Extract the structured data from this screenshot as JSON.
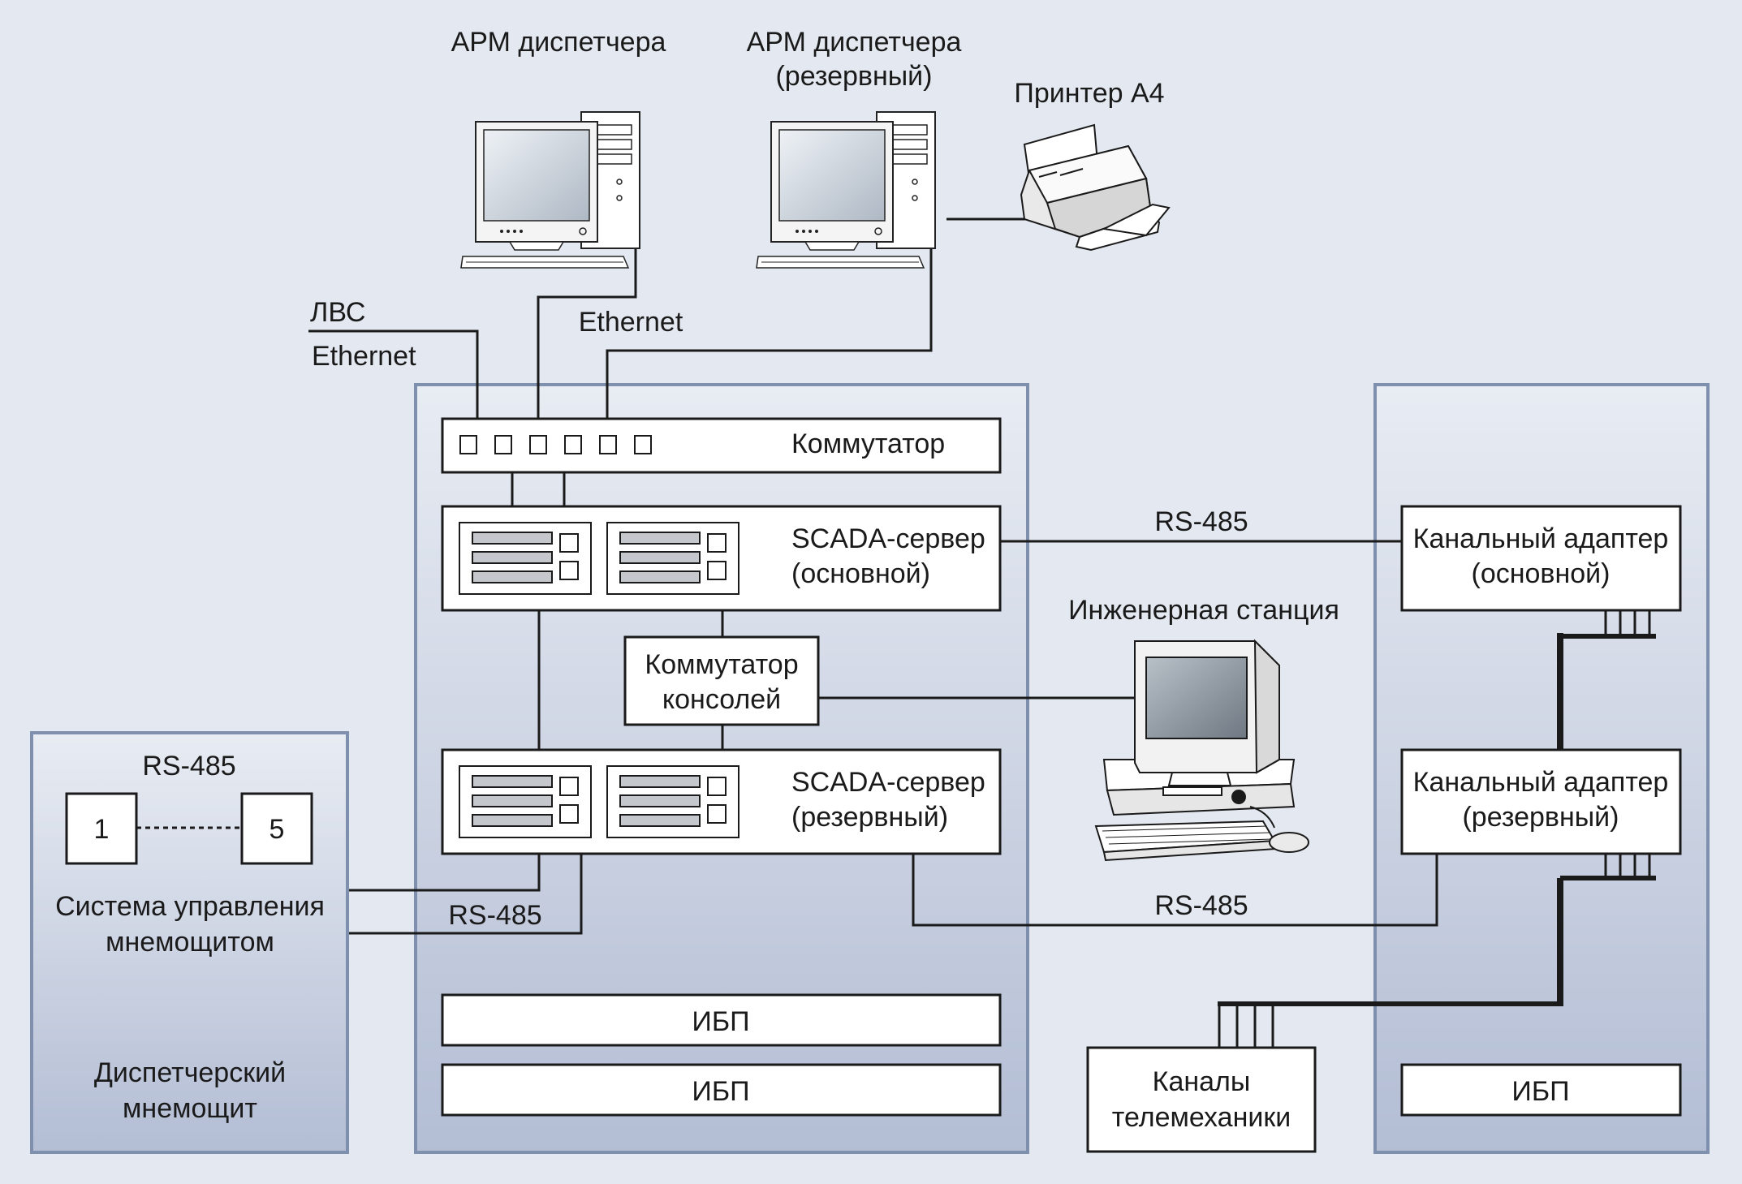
{
  "labels": {
    "arm_main": "АРМ диспетчера",
    "arm_backup_line1": "АРМ диспетчера",
    "arm_backup_line2": "(резервный)",
    "printer": "Принтер А4",
    "lan": "ЛВС",
    "ethernet_left": "Ethernet",
    "ethernet_top": "Ethernet",
    "switch": "Коммутатор",
    "scada_main_line1": "SCADA-сервер",
    "scada_main_line2": "(основной)",
    "scada_backup_line1": "SCADA-сервер",
    "scada_backup_line2": "(резервный)",
    "console_switch_line1": "Коммутатор",
    "console_switch_line2": "консолей",
    "eng_station": "Инженерная станция",
    "rs485_top": "RS-485",
    "rs485_bottom": "RS-485",
    "rs485_left": "RS-485",
    "rs485_panel": "RS-485",
    "adapter_main_line1": "Канальный адаптер",
    "adapter_main_line2": "(основной)",
    "adapter_backup_line1": "Канальный адаптер",
    "adapter_backup_line2": "(резервный)",
    "ups1": "ИБП",
    "ups2": "ИБП",
    "ups3": "ИБП",
    "telemech_line1": "Каналы",
    "telemech_line2": "телемеханики",
    "panel_unit_1": "1",
    "panel_unit_5": "5",
    "panel_control_line1": "Система управления",
    "panel_control_line2": "мнемощитом",
    "panel_title_line1": "Диспетчерский",
    "panel_title_line2": "мнемощит"
  },
  "colors": {
    "background": "#e4e9f1",
    "cabinet_border": "#7f8fae",
    "cabinet_fill_light": "#e6eaf2",
    "cabinet_fill_dark": "#b7c1d7",
    "line": "#1a1a1a",
    "box_fill": "#ffffff"
  },
  "icons": [
    "computer-icon",
    "printer-icon",
    "workstation-icon",
    "server-unit-icon"
  ]
}
